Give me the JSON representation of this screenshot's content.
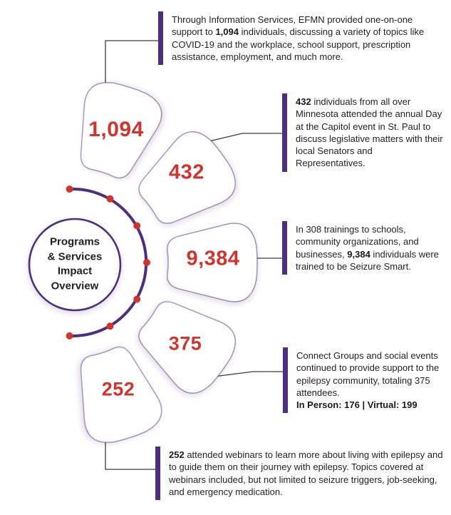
{
  "colors": {
    "purple": "#4F2D7F",
    "red": "#D0342C",
    "ink": "#231F20",
    "line": "#3A3A3A"
  },
  "center": {
    "lines": [
      "Programs",
      "& Services",
      "Impact",
      "Overview"
    ]
  },
  "stats": [
    {
      "value": "1,094"
    },
    {
      "value": "432"
    },
    {
      "value": "9,384"
    },
    {
      "value": "375"
    },
    {
      "value": "252"
    }
  ],
  "callouts": [
    {
      "pre": "Through Information Services, EFMN provided one-on-one support to ",
      "bold": "1,094",
      "post": " individuals, discussing a variety of topics like COVID-19 and the workplace, school support, prescription assistance, employment, and much more.",
      "footer": ""
    },
    {
      "pre": "",
      "bold": "432",
      "post": " individuals from all over Minnesota attended the annual Day at the Capitol event in St. Paul to discuss legislative matters with their local Senators and Representatives.",
      "footer": ""
    },
    {
      "pre": "In 308 trainings to schools, community organizations, and businesses, ",
      "bold": "9,384",
      "post": " individuals were trained to be Seizure Smart.",
      "footer": ""
    },
    {
      "pre": "Connect Groups and social events continued to provide support to the epilepsy community, totaling 375 attendees.",
      "bold": "",
      "post": "",
      "footer": "In Person: 176 | Virtual: 199"
    },
    {
      "pre": "",
      "bold": "252",
      "post": " attended webinars to learn more about living with epilepsy and to guide them on their journey with epilepsy. Topics covered at webinars included, but not limited to seizure triggers, job-seeking, and emergency medication.",
      "footer": ""
    }
  ]
}
